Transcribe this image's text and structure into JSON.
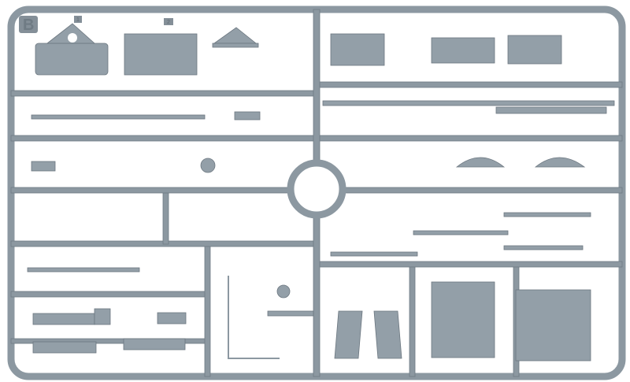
{
  "sprue": {
    "letter": "B",
    "part_numbers": [
      "1",
      "2"
    ],
    "colors": {
      "plastic": "#939fa8",
      "runner": "#8c98a1",
      "background": "#ffffff"
    }
  }
}
